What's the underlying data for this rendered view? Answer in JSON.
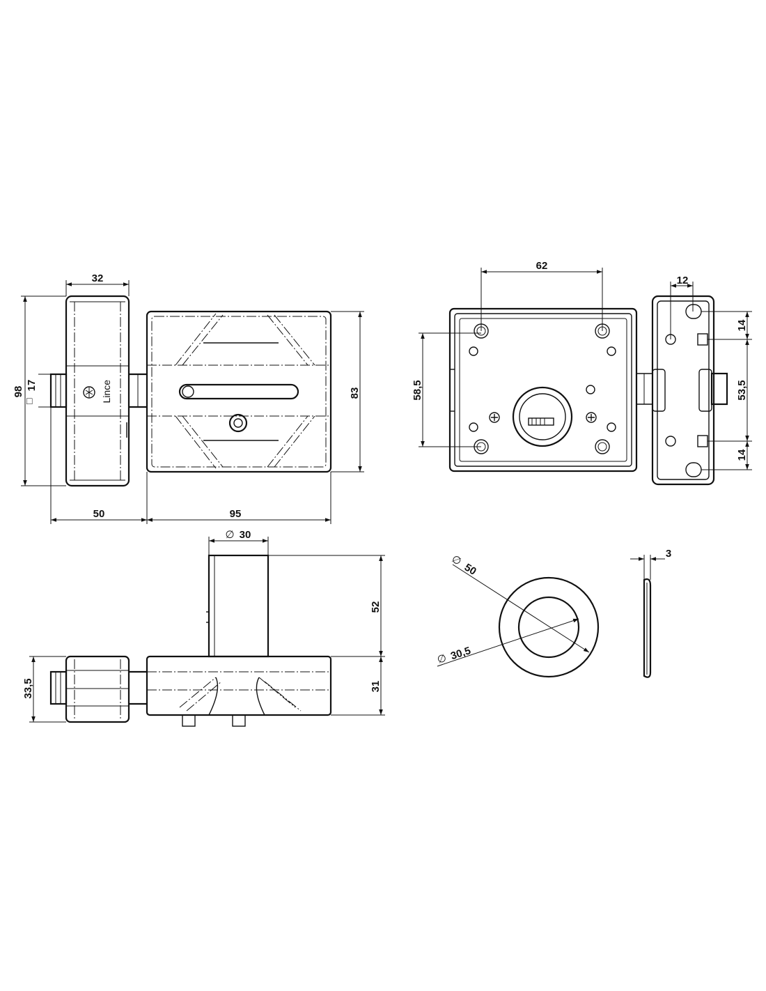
{
  "logo": {
    "brand": "Lince"
  },
  "dimensions": {
    "width_32": "32",
    "height_98": "98",
    "square_17": "17",
    "height_83": "83",
    "length_50": "50",
    "length_95": "95",
    "spacing_62": "62",
    "spacing_12": "12",
    "height_58_5": "58,5",
    "spacing_14_top": "14",
    "spacing_53_5": "53,5",
    "spacing_14_bottom": "14",
    "diameter_30": "30",
    "height_52": "52",
    "height_31": "31",
    "height_33_5": "33,5",
    "diameter_50": "50",
    "diameter_30_5": "30,5",
    "thickness_3": "3"
  },
  "symbols": {
    "diameter": "∅",
    "square": "□"
  }
}
